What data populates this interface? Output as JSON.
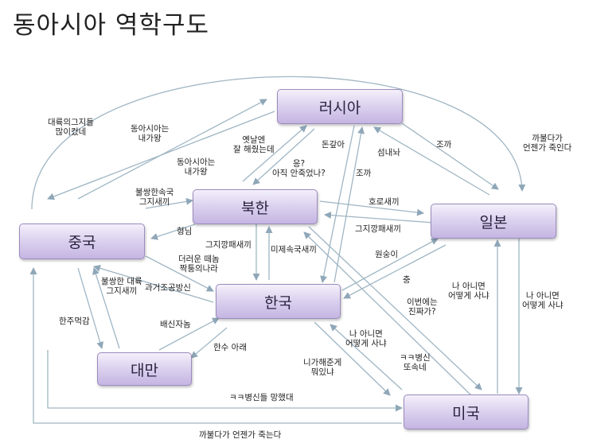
{
  "title": "동아시아 역학구도",
  "nodes": {
    "russia": "러시아",
    "north_korea": "북한",
    "china": "중국",
    "japan": "일본",
    "korea": "한국",
    "taiwan": "대만",
    "usa": "미국"
  },
  "labels": [
    {
      "id": "china-russia-1",
      "text": "대륙의그지들\n많이컸네"
    },
    {
      "id": "china-russia-2",
      "text": "동아시아는\n내가왕"
    },
    {
      "id": "nk-russia-1",
      "text": "동아시아는\n내가왕"
    },
    {
      "id": "nk-russia-2",
      "text": "옛날엔\n잘 해줬는데"
    },
    {
      "id": "nk-russia-3",
      "text": "응?\n아직 안죽었나?"
    },
    {
      "id": "russia-korea-1",
      "text": "돈갚아"
    },
    {
      "id": "russia-korea-2",
      "text": "조까"
    },
    {
      "id": "japan-russia-1",
      "text": "섬내놔"
    },
    {
      "id": "japan-russia-2",
      "text": "조까"
    },
    {
      "id": "japan-usa-top",
      "text": "까불다가\n언젠가 죽인다"
    },
    {
      "id": "china-nk-1",
      "text": "불쌍한속국\n그지새끼"
    },
    {
      "id": "china-nk-2",
      "text": "형님"
    },
    {
      "id": "nk-japan-1",
      "text": "호로새끼"
    },
    {
      "id": "nk-japan-2",
      "text": "그지깡패새끼"
    },
    {
      "id": "nk-korea-1",
      "text": "그지깡패새끼"
    },
    {
      "id": "nk-korea-2",
      "text": "미제속국새끼"
    },
    {
      "id": "china-korea-1",
      "text": "더러운 떼놈\n짝퉁의나라"
    },
    {
      "id": "china-korea-2",
      "text": "과거조공방신"
    },
    {
      "id": "japan-korea-1",
      "text": "원숭이"
    },
    {
      "id": "japan-korea-2",
      "text": "충"
    },
    {
      "id": "nk-usa",
      "text": "이번에는\n진짜가?"
    },
    {
      "id": "china-taiwan-1",
      "text": "불쌍한 대륙\n그지새끼"
    },
    {
      "id": "china-taiwan-2",
      "text": "한주먹감"
    },
    {
      "id": "taiwan-korea-1",
      "text": "배신자놈"
    },
    {
      "id": "taiwan-korea-2",
      "text": "한수 아래"
    },
    {
      "id": "korea-usa-1",
      "text": "나 아니면\n어떻게 사냐"
    },
    {
      "id": "korea-usa-2",
      "text": "니가해준게\n뭐있냐"
    },
    {
      "id": "japan-usa-1",
      "text": "나 아니면\n어떻게 사냐"
    },
    {
      "id": "japan-usa-2",
      "text": "나 아니면\n어떻게 사냐"
    },
    {
      "id": "japan-usa-3",
      "text": "ㅋㅋ병신\n또속네"
    },
    {
      "id": "taiwan-usa",
      "text": "ㅋㅋ병신들 망했대"
    },
    {
      "id": "usa-china-bottom",
      "text": "까불다가 언젠가 죽는다"
    }
  ]
}
